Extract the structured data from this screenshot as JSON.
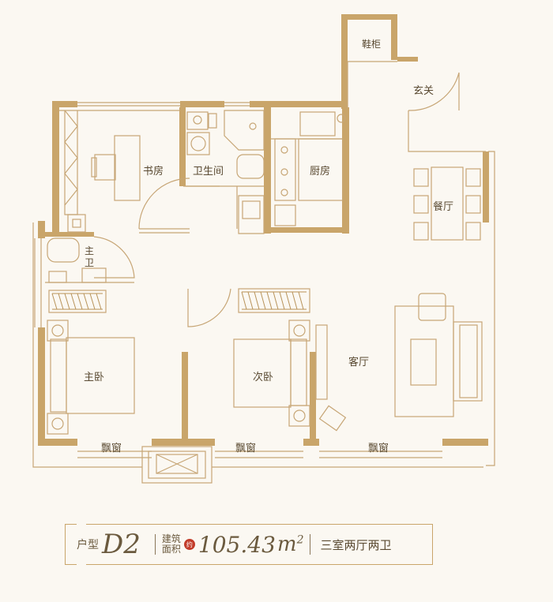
{
  "rooms": {
    "shoe_cabinet": "鞋柜",
    "entrance": "玄关",
    "study": "书房",
    "bathroom": "卫生间",
    "kitchen": "厨房",
    "dining": "餐厅",
    "master_bath_line1": "主",
    "master_bath_line2": "卫",
    "master_bedroom": "主卧",
    "second_bedroom": "次卧",
    "living_room": "客厅",
    "bay_window_1": "飘窗",
    "bay_window_2": "飘窗",
    "bay_window_3": "飘窗"
  },
  "info": {
    "type_label": "户型",
    "type_value": "D2",
    "area_label_line1": "建筑",
    "area_label_line2": "面积",
    "approx_badge": "约",
    "area_value": "105.43",
    "area_unit": "m",
    "area_unit_sup": "2",
    "layout_desc": "三室两厅两卫"
  },
  "colors": {
    "wall": "#c9a56a",
    "wall_dark": "#b8935a",
    "line": "#c7a676",
    "text": "#5a4a32",
    "background": "#fbf8f2",
    "badge": "#c23c2a"
  }
}
